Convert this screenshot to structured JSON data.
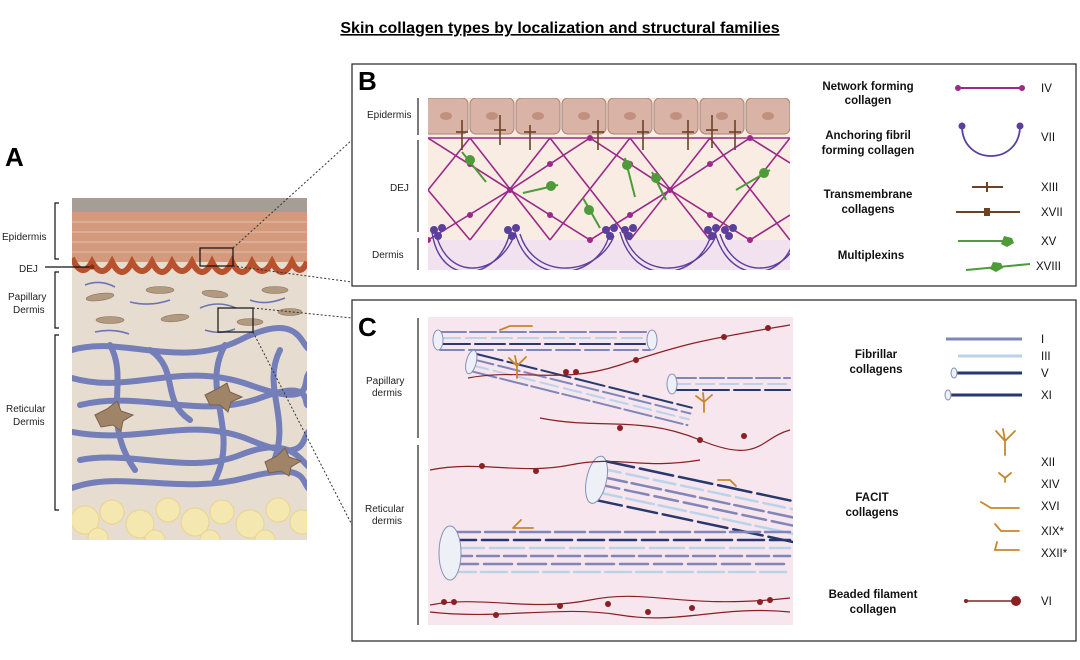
{
  "title": "Skin collagen types by localization and structural families",
  "panel_a": {
    "letter": "A",
    "layers": [
      "Epidermis",
      "DEJ",
      "Papillary",
      "Dermis",
      "Reticular",
      "Dermis"
    ]
  },
  "panel_b": {
    "letter": "B",
    "layers": [
      "Epidermis",
      "DEJ",
      "Dermis"
    ],
    "legend": [
      {
        "group_line1": "Network forming",
        "group_line2": "collagen",
        "codes": [
          "IV"
        ]
      },
      {
        "group_line1": "Anchoring fibril",
        "group_line2": "forming collagen",
        "codes": [
          "VII"
        ]
      },
      {
        "group_line1": "Transmembrane",
        "group_line2": "collagens",
        "codes": [
          "XIII",
          "XVII"
        ]
      },
      {
        "group_line1": "Multiplexins",
        "group_line2": "",
        "codes": [
          "XV",
          "XVIII"
        ]
      }
    ]
  },
  "panel_c": {
    "letter": "C",
    "layers": [
      "Papillary",
      "dermis",
      "Reticular",
      "dermis"
    ],
    "legend": [
      {
        "group_line1": "Fibrillar",
        "group_line2": "collagens",
        "codes": [
          "I",
          "III",
          "V",
          "XI"
        ]
      },
      {
        "group_line1": "FACIT",
        "group_line2": "collagens",
        "codes": [
          "XII",
          "XIV",
          "XVI",
          "XIX*",
          "XXII*"
        ]
      },
      {
        "group_line1": "Beaded filament",
        "group_line2": "collagen",
        "codes": [
          "VI"
        ]
      }
    ]
  },
  "colors": {
    "collagen_IV": "#9c2a8a",
    "collagen_VII": "#5b3f9c",
    "transmembrane": "#6b4226",
    "multiplexin": "#4f9a3a",
    "fibril_I": "#7f86b8",
    "fibril_III": "#b9d3ea",
    "fibril_V": "#27386f",
    "facit": "#c8862c",
    "beaded": "#8a1f24",
    "epidermis_cell": "#d9b4a6",
    "dermis_bg": "#f7e6ee"
  }
}
